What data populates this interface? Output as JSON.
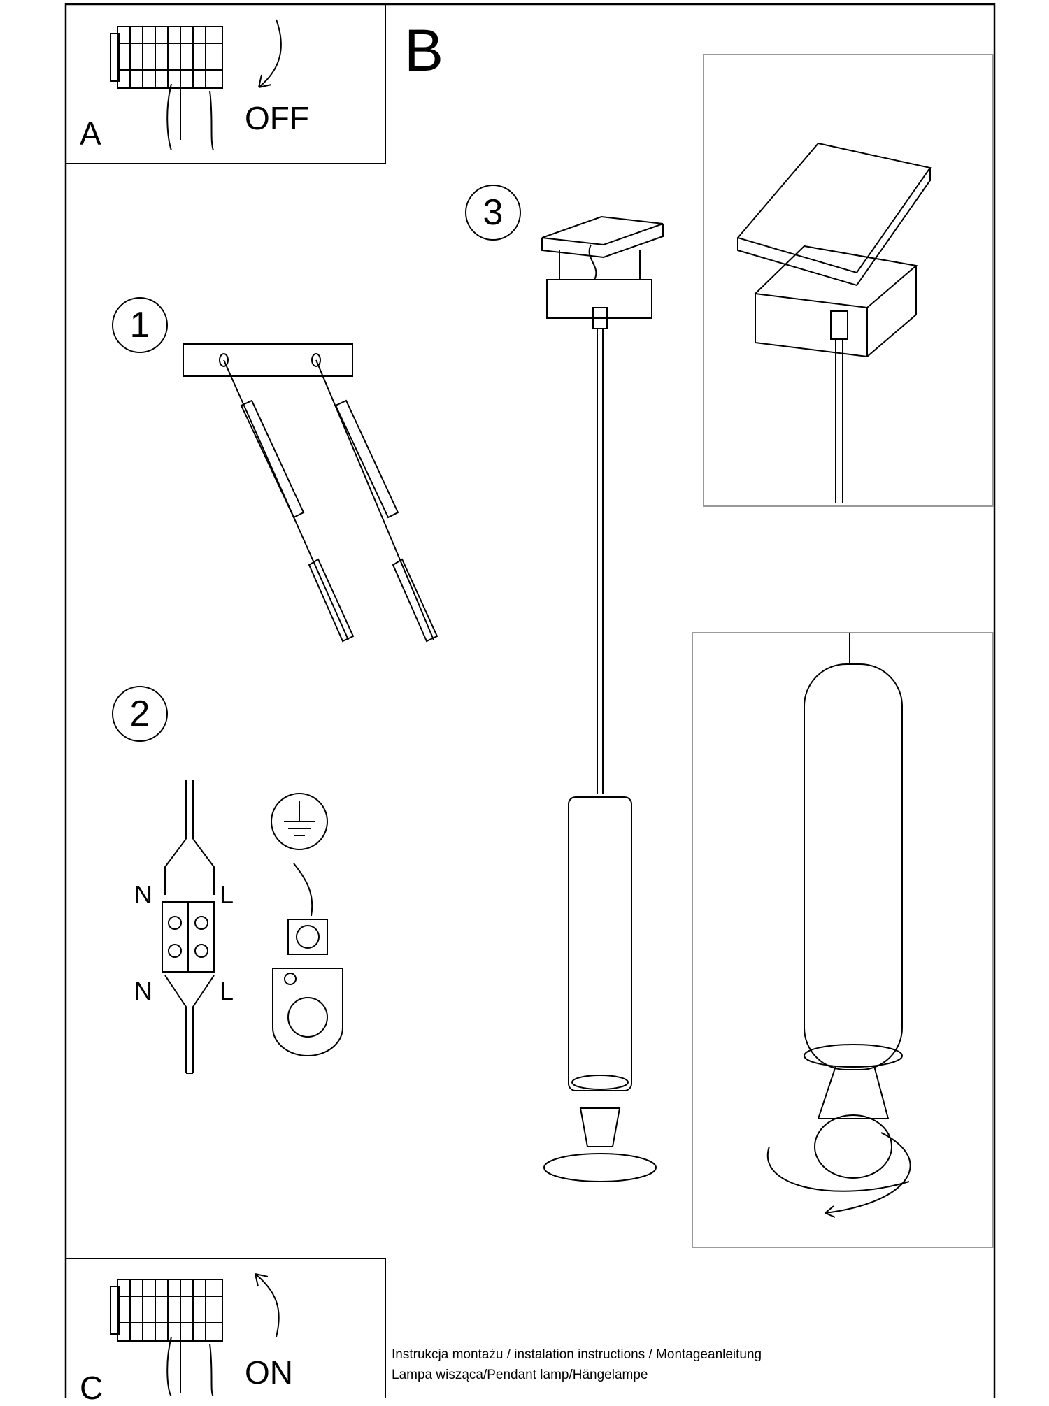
{
  "steps": {
    "a": {
      "label": "A",
      "action": "OFF"
    },
    "b": {
      "label": "B"
    },
    "c": {
      "label": "C",
      "action": "ON"
    },
    "numbers": [
      "1",
      "2",
      "3"
    ]
  },
  "wiring": {
    "neutral": "N",
    "live": "L"
  },
  "footer": {
    "line1": "Instrukcja montażu / instalation instructions / Montageanleitung",
    "line2": "Lampa wisząca/Pendant lamp/Hängelampe"
  }
}
